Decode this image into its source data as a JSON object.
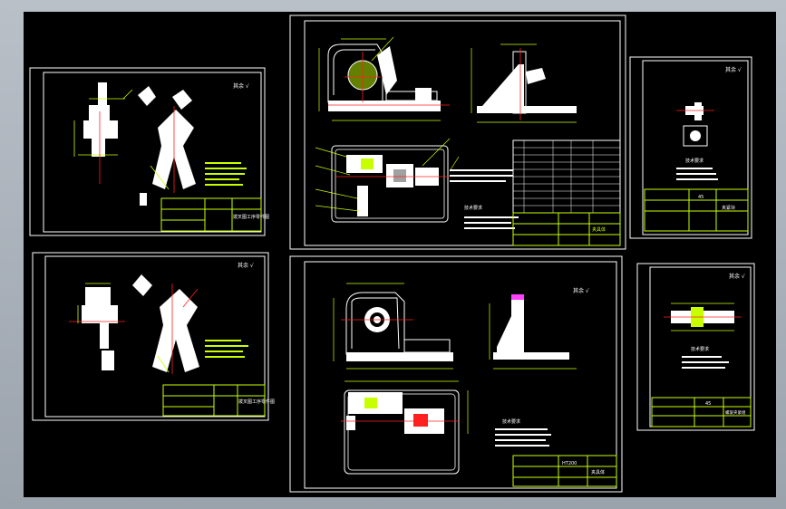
{
  "sheets": [
    {
      "id": "A",
      "finish_mark": "其余 √"
    },
    {
      "id": "B",
      "finish_mark": "其余 √"
    },
    {
      "id": "C",
      "title_block": "",
      "finish_mark": ""
    },
    {
      "id": "D",
      "finish_mark": "其余 √"
    },
    {
      "id": "E",
      "finish_mark": "其余 √"
    },
    {
      "id": "F",
      "finish_mark": "其余 √"
    }
  ],
  "sheet_labels": {
    "title_c": "夹具体",
    "num_e": "45",
    "title_e": "夹紧块",
    "num_f": "45",
    "title_f": "螺旋夹紧组",
    "mat_d": "HT200",
    "title_d": "夹具体",
    "title_a": "拨叉图工序零件图",
    "title_b": "拨叉图工序零件图"
  },
  "notes": {
    "heading": "技术要求",
    "heading_b": "技术要求",
    "heading_e": "技术要求",
    "heading_f": "技术要求"
  },
  "colors": {
    "background": "#000000",
    "line": "#ffffff",
    "dimension": "#c8ff00",
    "leader": "#ff2020",
    "accent_magenta": "#ff40ff",
    "frame_outer": "#9aa2ac"
  }
}
